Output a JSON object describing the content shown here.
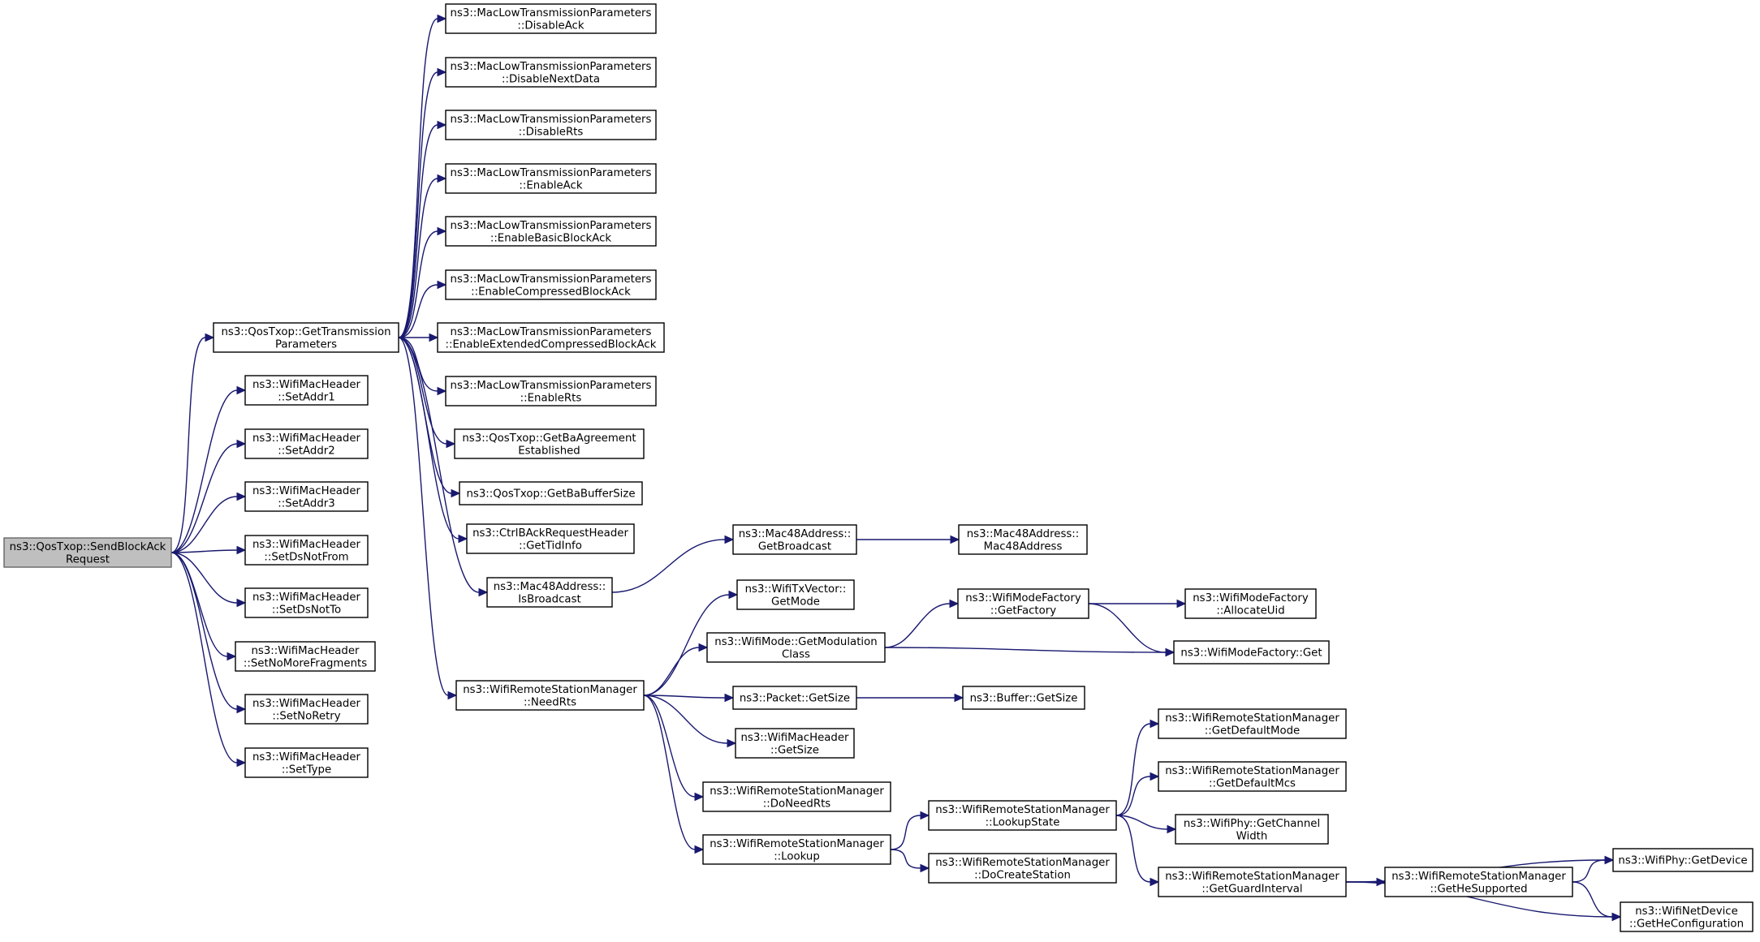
{
  "diagram": {
    "type": "call-graph",
    "colors": {
      "edge": "#191970",
      "root_fill": "#bfbfbf",
      "node_fill": "#ffffff",
      "node_border": "#000000"
    },
    "nodes": [
      {
        "id": "root",
        "lines": [
          "ns3::QosTxop::SendBlockAck",
          "Request"
        ],
        "root": true
      },
      {
        "id": "gtp",
        "lines": [
          "ns3::QosTxop::GetTransmission",
          "Parameters"
        ]
      },
      {
        "id": "sa1",
        "lines": [
          "ns3::WifiMacHeader",
          "::SetAddr1"
        ]
      },
      {
        "id": "sa2",
        "lines": [
          "ns3::WifiMacHeader",
          "::SetAddr2"
        ]
      },
      {
        "id": "sa3",
        "lines": [
          "ns3::WifiMacHeader",
          "::SetAddr3"
        ]
      },
      {
        "id": "sdnf",
        "lines": [
          "ns3::WifiMacHeader",
          "::SetDsNotFrom"
        ]
      },
      {
        "id": "sdnt",
        "lines": [
          "ns3::WifiMacHeader",
          "::SetDsNotTo"
        ]
      },
      {
        "id": "snmf",
        "lines": [
          "ns3::WifiMacHeader",
          "::SetNoMoreFragments"
        ]
      },
      {
        "id": "snr",
        "lines": [
          "ns3::WifiMacHeader",
          "::SetNoRetry"
        ]
      },
      {
        "id": "stype",
        "lines": [
          "ns3::WifiMacHeader",
          "::SetType"
        ]
      },
      {
        "id": "dack",
        "lines": [
          "ns3::MacLowTransmissionParameters",
          "::DisableAck"
        ]
      },
      {
        "id": "dnd",
        "lines": [
          "ns3::MacLowTransmissionParameters",
          "::DisableNextData"
        ]
      },
      {
        "id": "drts",
        "lines": [
          "ns3::MacLowTransmissionParameters",
          "::DisableRts"
        ]
      },
      {
        "id": "eack",
        "lines": [
          "ns3::MacLowTransmissionParameters",
          "::EnableAck"
        ]
      },
      {
        "id": "ebba",
        "lines": [
          "ns3::MacLowTransmissionParameters",
          "::EnableBasicBlockAck"
        ]
      },
      {
        "id": "ecba",
        "lines": [
          "ns3::MacLowTransmissionParameters",
          "::EnableCompressedBlockAck"
        ]
      },
      {
        "id": "eecba",
        "lines": [
          "ns3::MacLowTransmissionParameters",
          "::EnableExtendedCompressedBlockAck"
        ]
      },
      {
        "id": "erts",
        "lines": [
          "ns3::MacLowTransmissionParameters",
          "::EnableRts"
        ]
      },
      {
        "id": "gbae",
        "lines": [
          "ns3::QosTxop::GetBaAgreement",
          "Established"
        ]
      },
      {
        "id": "gbbs",
        "lines": [
          "ns3::QosTxop::GetBaBufferSize"
        ]
      },
      {
        "id": "gti",
        "lines": [
          "ns3::CtrlBAckRequestHeader",
          "::GetTidInfo"
        ]
      },
      {
        "id": "isb",
        "lines": [
          "ns3::Mac48Address::",
          "IsBroadcast"
        ]
      },
      {
        "id": "gbc",
        "lines": [
          "ns3::Mac48Address::",
          "GetBroadcast"
        ]
      },
      {
        "id": "m48",
        "lines": [
          "ns3::Mac48Address::",
          "Mac48Address"
        ]
      },
      {
        "id": "nrts",
        "lines": [
          "ns3::WifiRemoteStationManager",
          "::NeedRts"
        ]
      },
      {
        "id": "txgm",
        "lines": [
          "ns3::WifiTxVector::",
          "GetMode"
        ]
      },
      {
        "id": "gmc",
        "lines": [
          "ns3::WifiMode::GetModulation",
          "Class"
        ]
      },
      {
        "id": "pgs",
        "lines": [
          "ns3::Packet::GetSize"
        ]
      },
      {
        "id": "hgs",
        "lines": [
          "ns3::WifiMacHeader",
          "::GetSize"
        ]
      },
      {
        "id": "dnr",
        "lines": [
          "ns3::WifiRemoteStationManager",
          "::DoNeedRts"
        ]
      },
      {
        "id": "lk",
        "lines": [
          "ns3::WifiRemoteStationManager",
          "::Lookup"
        ]
      },
      {
        "id": "gf",
        "lines": [
          "ns3::WifiModeFactory",
          "::GetFactory"
        ]
      },
      {
        "id": "auid",
        "lines": [
          "ns3::WifiModeFactory",
          "::AllocateUid"
        ]
      },
      {
        "id": "mfg",
        "lines": [
          "ns3::WifiModeFactory::Get"
        ]
      },
      {
        "id": "bgs",
        "lines": [
          "ns3::Buffer::GetSize"
        ]
      },
      {
        "id": "ls",
        "lines": [
          "ns3::WifiRemoteStationManager",
          "::LookupState"
        ]
      },
      {
        "id": "dcs",
        "lines": [
          "ns3::WifiRemoteStationManager",
          "::DoCreateStation"
        ]
      },
      {
        "id": "gdm",
        "lines": [
          "ns3::WifiRemoteStationManager",
          "::GetDefaultMode"
        ]
      },
      {
        "id": "gdmcs",
        "lines": [
          "ns3::WifiRemoteStationManager",
          "::GetDefaultMcs"
        ]
      },
      {
        "id": "gcw",
        "lines": [
          "ns3::WifiPhy::GetChannel",
          "Width"
        ]
      },
      {
        "id": "ggi",
        "lines": [
          "ns3::WifiRemoteStationManager",
          "::GetGuardInterval"
        ]
      },
      {
        "id": "ghs",
        "lines": [
          "ns3::WifiRemoteStationManager",
          "::GetHeSupported"
        ]
      },
      {
        "id": "pgd",
        "lines": [
          "ns3::WifiPhy::GetDevice"
        ]
      },
      {
        "id": "ghc",
        "lines": [
          "ns3::WifiNetDevice",
          "::GetHeConfiguration"
        ]
      }
    ],
    "edges": [
      [
        "root",
        "gtp"
      ],
      [
        "root",
        "sa1"
      ],
      [
        "root",
        "sa2"
      ],
      [
        "root",
        "sa3"
      ],
      [
        "root",
        "sdnf"
      ],
      [
        "root",
        "sdnt"
      ],
      [
        "root",
        "snmf"
      ],
      [
        "root",
        "snr"
      ],
      [
        "root",
        "stype"
      ],
      [
        "gtp",
        "dack"
      ],
      [
        "gtp",
        "dnd"
      ],
      [
        "gtp",
        "drts"
      ],
      [
        "gtp",
        "eack"
      ],
      [
        "gtp",
        "ebba"
      ],
      [
        "gtp",
        "ecba"
      ],
      [
        "gtp",
        "eecba"
      ],
      [
        "gtp",
        "erts"
      ],
      [
        "gtp",
        "gbae"
      ],
      [
        "gtp",
        "gbbs"
      ],
      [
        "gtp",
        "gti"
      ],
      [
        "gtp",
        "isb"
      ],
      [
        "gtp",
        "nrts"
      ],
      [
        "isb",
        "gbc"
      ],
      [
        "gbc",
        "m48"
      ],
      [
        "nrts",
        "txgm"
      ],
      [
        "nrts",
        "gmc"
      ],
      [
        "nrts",
        "pgs"
      ],
      [
        "nrts",
        "hgs"
      ],
      [
        "nrts",
        "dnr"
      ],
      [
        "nrts",
        "lk"
      ],
      [
        "gmc",
        "gf"
      ],
      [
        "gmc",
        "mfg"
      ],
      [
        "gf",
        "auid"
      ],
      [
        "gf",
        "mfg"
      ],
      [
        "pgs",
        "bgs"
      ],
      [
        "lk",
        "ls"
      ],
      [
        "lk",
        "dcs"
      ],
      [
        "ls",
        "gdm"
      ],
      [
        "ls",
        "gdmcs"
      ],
      [
        "ls",
        "gcw"
      ],
      [
        "ls",
        "ggi"
      ],
      [
        "ggi",
        "pgd"
      ],
      [
        "ggi",
        "ghs"
      ],
      [
        "ggi",
        "ghc"
      ],
      [
        "ghs",
        "pgd"
      ],
      [
        "ghs",
        "ghc"
      ]
    ]
  }
}
